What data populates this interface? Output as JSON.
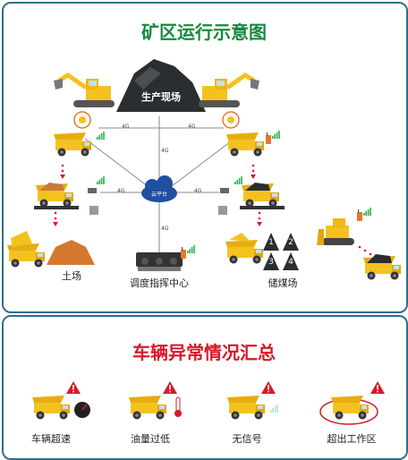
{
  "title": "矿区运行示意图",
  "nodes": {
    "site": "生产现场",
    "cloud": "云平台",
    "dispatch": "调度指挥中心",
    "dump": "土场",
    "coal": "储煤场"
  },
  "network": {
    "link_label": "4G"
  },
  "coal_slots": [
    "1",
    "2",
    "3",
    "4"
  ],
  "summary": {
    "title": "车辆异常情况汇总",
    "items": [
      {
        "label": "车辆超速",
        "icon": "speedometer-icon"
      },
      {
        "label": "油量过低",
        "icon": "thermometer-icon"
      },
      {
        "label": "无信号",
        "icon": "signal-bars-icon"
      },
      {
        "label": "超出工作区",
        "icon": "boundary-ellipse-icon"
      }
    ]
  },
  "colors": {
    "title_green": "#178a3e",
    "summary_red": "#d7192b",
    "truck_yellow": "#f4c21f",
    "warning_red": "#d7192b",
    "line_gray": "#8a8a8a",
    "frame": "#2f6f8c"
  }
}
